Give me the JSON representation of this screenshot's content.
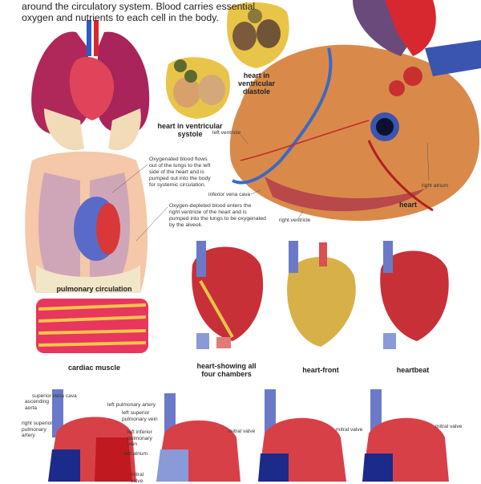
{
  "intro": {
    "line1": "around the circulatory system. Blood carries essential",
    "line2": "oxygen and nutrients to each cell in the body."
  },
  "captions": {
    "diastole_1": "heart in ventricular",
    "diastole_2": "diastole",
    "systole_1": "heart in ventricular",
    "systole_2": "systole",
    "heart": "heart",
    "pulmonary_circulation": "pulmonary circulation",
    "cardiac_muscle": "cardiac muscle",
    "four_chambers_1": "heart-showing all",
    "four_chambers_2": "four chambers",
    "heart_front": "heart-front",
    "heartbeat": "heartbeat"
  },
  "heart_labels": {
    "left_ventricle": "left ventricle",
    "inferior_vena_cava": "inferior vena cava",
    "right_ventricle": "right ventricle",
    "right_atrium": "right atrium"
  },
  "notes": {
    "oxygenated": [
      "Oxygenated blood flows",
      "out of the lungs to the left",
      "side of the heart and is",
      "pumped out into the body",
      "for systemic circulation."
    ],
    "deoxygenated": [
      "Oxygen-depleted blood enters the",
      "right ventricle of the heart and is",
      "pumped into the lungs to be oxygenated",
      "by the alveoli."
    ]
  },
  "bottom_labels": {
    "superior_vena_cava": "superior vena cava",
    "ascending_aorta_1": "ascending",
    "ascending_aorta_2": "aorta",
    "right_superior_pulmonary_artery": [
      "right superior",
      "pulmonary",
      "artery"
    ],
    "left_pulmonary_artery": "left pulmonary artery",
    "left_superior_pulmonary_vein": [
      "left superior",
      "pulmonary vein"
    ],
    "left_inferior_pulmonary_vein": [
      "left inferior",
      "pulmonary",
      "vein"
    ],
    "left_atrium": "left atrium",
    "mitral_valve_1": [
      "mitral",
      "valve"
    ],
    "mitral_valve_2": "mitral valve",
    "mitral_valve_3": "mitral valve",
    "mitral_valve_4": "mitral valve"
  },
  "colors": {
    "artery_red": "#d8282f",
    "vein_blue": "#3a55b0",
    "fat_yellow": "#e8c448",
    "muscle_orange": "#d98a4a",
    "lung_pink": "#b0285a"
  }
}
